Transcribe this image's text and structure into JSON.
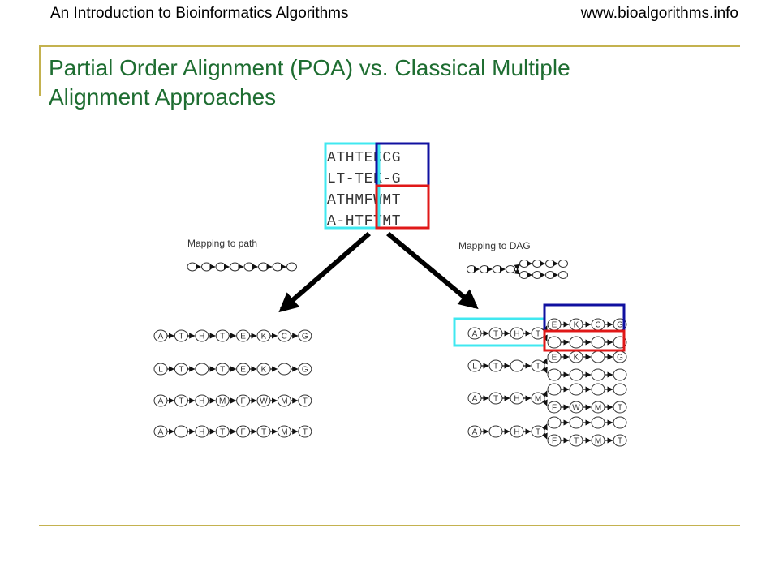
{
  "header": {
    "left": "An Introduction to Bioinformatics Algorithms",
    "right": "www.bioalgorithms.info"
  },
  "title": {
    "line1": "Partial Order Alignment (POA) vs. Classical Multiple",
    "line2": "Alignment Approaches"
  },
  "colors": {
    "cyan": "#40e8f0",
    "blue": "#1010a0",
    "red": "#e01818",
    "gold": "#c4b24f",
    "title_green": "#1e6d31"
  },
  "alignment": [
    "ATHTEKCG",
    "LT-TEK-G",
    "ATHMFWMT",
    "A-HTFTMT"
  ],
  "labels": {
    "path": "Mapping to path",
    "dag": "Mapping to DAG"
  },
  "path_rows": [
    [
      "A",
      "T",
      "H",
      "T",
      "E",
      "K",
      "C",
      "G"
    ],
    [
      "L",
      "T",
      "",
      "T",
      "E",
      "K",
      "",
      "G"
    ],
    [
      "A",
      "T",
      "H",
      "M",
      "F",
      "W",
      "M",
      "T"
    ],
    [
      "A",
      "",
      "H",
      "T",
      "F",
      "T",
      "M",
      "T"
    ]
  ],
  "dag_rows": [
    {
      "prefix": [
        "A",
        "T",
        "H",
        "T"
      ],
      "upper": [
        "E",
        "K",
        "C",
        "G"
      ],
      "lower": [
        "",
        "",
        "",
        ""
      ]
    },
    {
      "prefix": [
        "L",
        "T",
        "",
        "T"
      ],
      "upper": [
        "E",
        "K",
        "",
        "G"
      ],
      "lower": [
        "",
        "",
        "",
        ""
      ]
    },
    {
      "prefix": [
        "A",
        "T",
        "H",
        "M"
      ],
      "upper": [
        "",
        "",
        "",
        ""
      ],
      "lower": [
        "F",
        "W",
        "M",
        "T"
      ]
    },
    {
      "prefix": [
        "A",
        "",
        "H",
        "T"
      ],
      "upper": [
        "",
        "",
        "",
        ""
      ],
      "lower": [
        "F",
        "T",
        "M",
        "T"
      ]
    }
  ]
}
